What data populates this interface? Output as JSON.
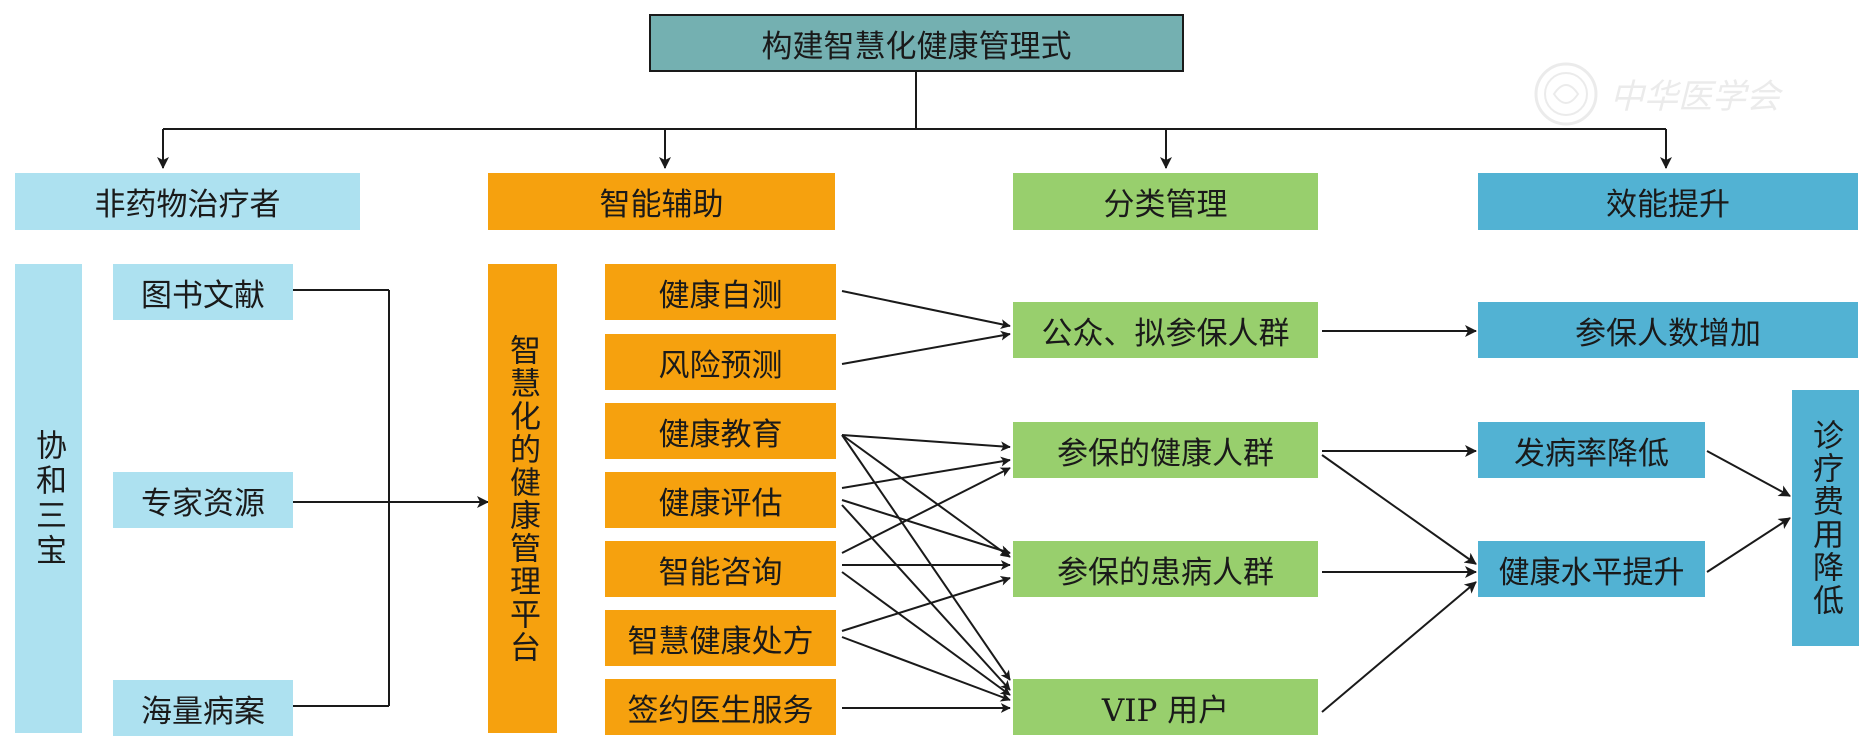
{
  "title": "构建智慧化健康管理式",
  "watermark": {
    "text": "中华医学会",
    "color": "#c8c8c8"
  },
  "colors": {
    "teal": "#74b0b1",
    "light_blue": "#ade1f0",
    "orange": "#f6a10e",
    "green": "#98cf6d",
    "blue": "#52b2d3",
    "line": "#1a1a1a"
  },
  "categories": {
    "non_drug": "非药物治疗者",
    "smart_assist": "智能辅助",
    "classify": "分类管理",
    "efficiency": "效能提升"
  },
  "pumc": "协和三宝",
  "resources": [
    "图书文献",
    "专家资源",
    "海量病案"
  ],
  "platform": "智慧化的健康管理平台",
  "functions": [
    "健康自测",
    "风险预测",
    "健康教育",
    "健康评估",
    "智能咨询",
    "智慧健康处方",
    "签约医生服务"
  ],
  "groups": [
    "公众、拟参保人群",
    "参保的健康人群",
    "参保的患病人群",
    "VIP 用户"
  ],
  "outcomes": [
    "参保人数增加",
    "发病率降低",
    "健康水平提升"
  ],
  "final": "诊疗费用降低"
}
